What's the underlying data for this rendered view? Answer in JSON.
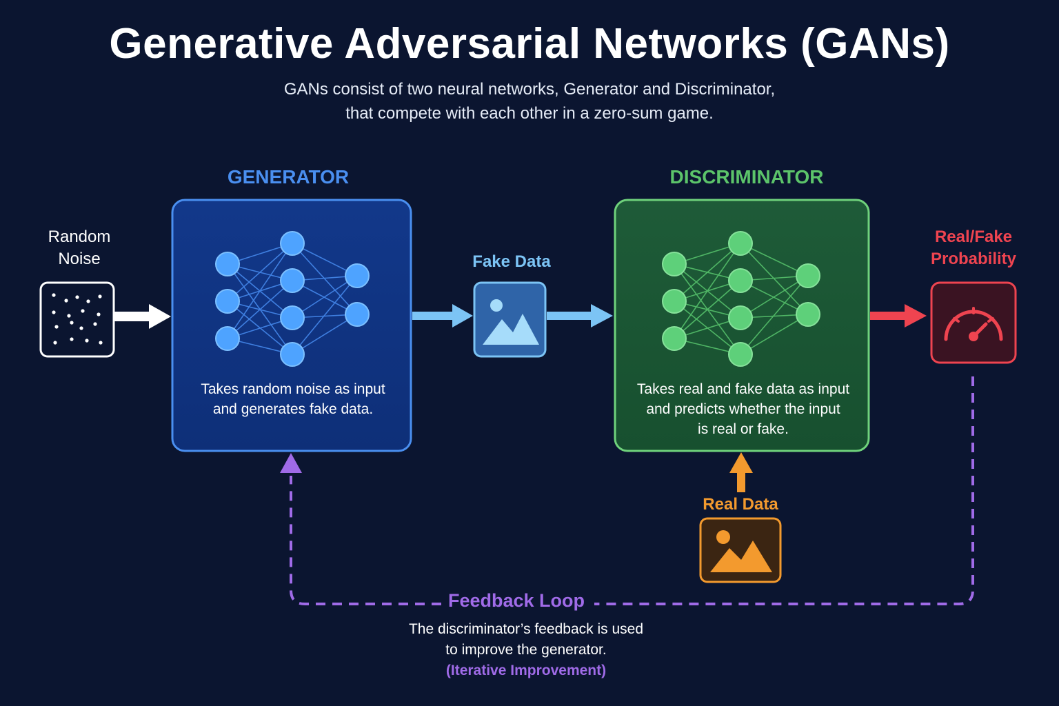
{
  "title": "Generative Adversarial Networks (GANs)",
  "subtitle_line1": "GANs consist of two neural networks, Generator and Discriminator,",
  "subtitle_line2": "that compete with each other in a zero-sum game.",
  "generator": {
    "label": "GENERATOR",
    "desc_line1": "Takes random noise as input",
    "desc_line2": "and generates fake data.",
    "color": "#4a8ff0"
  },
  "discriminator": {
    "label": "DISCRIMINATOR",
    "desc_line1": "Takes real and fake data as input",
    "desc_line2": "and predicts whether the input",
    "desc_line3": "is real or fake.",
    "color": "#5cc46a"
  },
  "random_noise": {
    "line1": "Random",
    "line2": "Noise"
  },
  "fake_data": {
    "label": "Fake Data",
    "color": "#7cc4f5"
  },
  "real_data": {
    "label": "Real Data",
    "color": "#f39a2e"
  },
  "output": {
    "line1": "Real/Fake",
    "line2": "Probability",
    "color": "#ef4450"
  },
  "feedback": {
    "label": "Feedback Loop",
    "desc_line1": "The discriminator’s feedback is used",
    "desc_line2": "to improve the generator.",
    "note": "(Iterative Improvement)",
    "color": "#a06be8"
  },
  "icons": [
    "noise-icon",
    "image-icon",
    "gauge-icon",
    "neural-network-icon"
  ]
}
